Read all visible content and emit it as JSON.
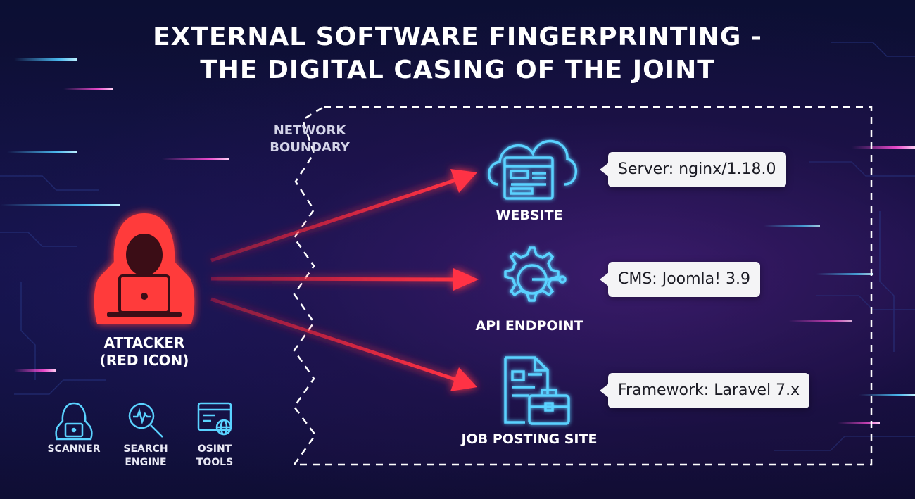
{
  "title": {
    "line1": "EXTERNAL SOFTWARE FINGERPRINTING -",
    "line2": "THE DIGITAL CASING OF THE JOINT"
  },
  "boundary": {
    "line1": "NETWORK",
    "line2": "BOUNDARY"
  },
  "attacker": {
    "line1": "ATTACKER",
    "line2": "(RED ICON)",
    "icon": "hooded-hacker-laptop-icon",
    "color": "#ff3b3b"
  },
  "tools": [
    {
      "lines": [
        "SCANNER"
      ],
      "icon": "hacker-icon"
    },
    {
      "lines": [
        "SEARCH",
        "ENGINE"
      ],
      "icon": "magnifier-pulse-icon"
    },
    {
      "lines": [
        "OSINT",
        "TOOLS"
      ],
      "icon": "browser-globe-icon"
    }
  ],
  "targets": [
    {
      "label": "WEBSITE",
      "icon": "cloud-browser-icon",
      "callout": "Server: nginx/1.18.0"
    },
    {
      "label": "API ENDPOINT",
      "icon": "gear-circuit-icon",
      "callout": "CMS: Joomla! 3.9"
    },
    {
      "label": "JOB POSTING SITE",
      "icon": "document-briefcase-icon",
      "callout": "Framework: Laravel 7.x"
    }
  ],
  "colors": {
    "accent_cyan": "#5ad2ff",
    "arrow_red": "#ff3344",
    "boundary_white": "#ffffff"
  }
}
